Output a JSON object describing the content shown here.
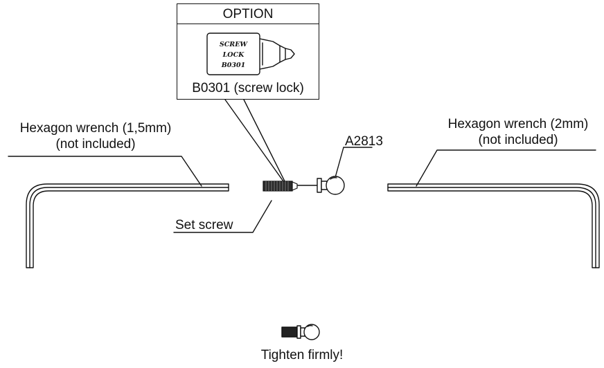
{
  "option": {
    "title": "OPTION",
    "bottle_label_lines": [
      "SCREW",
      "LOCK",
      "B0301"
    ],
    "caption": "B0301 (screw lock)"
  },
  "left_wrench": {
    "line1": "Hexagon wrench (1,5mm)",
    "line2": "(not included)"
  },
  "right_wrench": {
    "line1": "Hexagon wrench (2mm)",
    "line2": "(not included)"
  },
  "part_label": "A2813",
  "set_screw_label": "Set screw",
  "instruction": "Tighten firmly!",
  "colors": {
    "line": "#111111",
    "background": "#ffffff"
  }
}
